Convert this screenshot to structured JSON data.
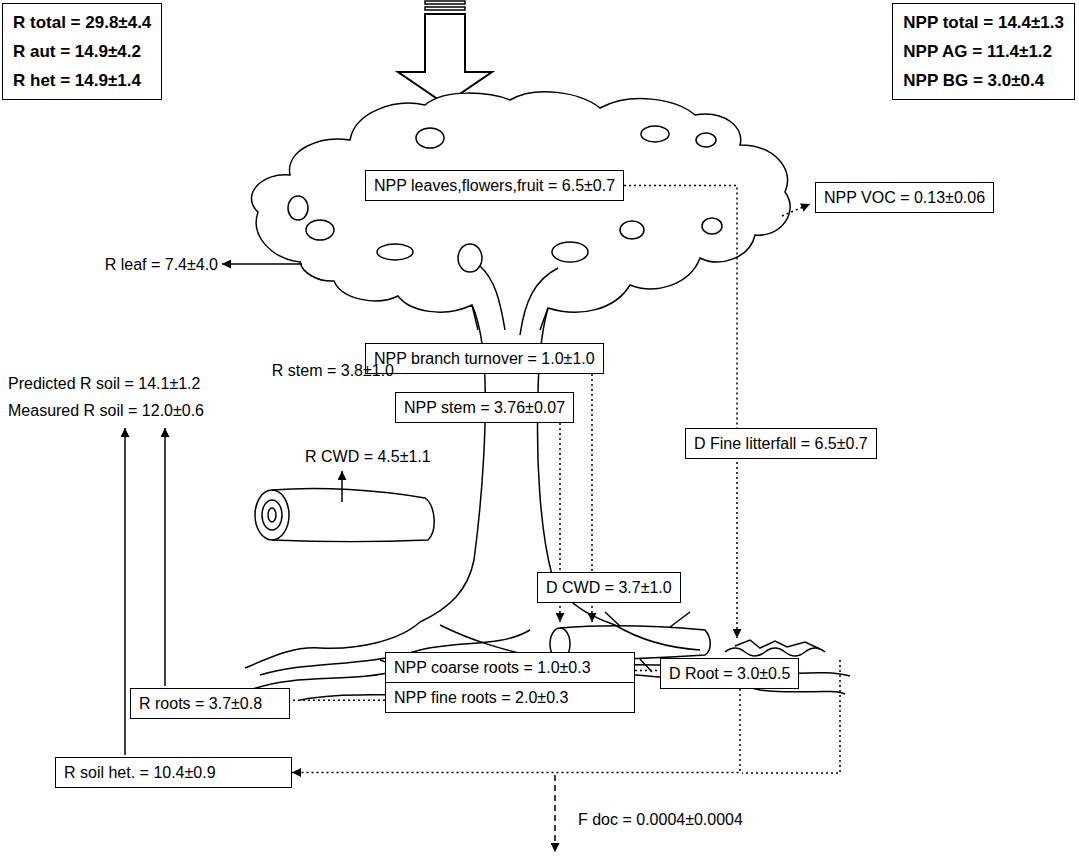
{
  "diagram": {
    "nodes": [
      {
        "text": [
          "R total = 29.8±4.4",
          "R aut = 14.9±4.2",
          "R het = 14.9±1.4"
        ]
      },
      {
        "text": [
          "NPP total = 14.4±1.3",
          "NPP AG = 11.4±1.2",
          "NPP BG = 3.0±0.4"
        ]
      },
      {
        "text": [
          "NPP leaves,flowers,fruit = 6.5±0.7"
        ]
      },
      {
        "text": [
          "NPP VOC = 0.13±0.06"
        ]
      },
      {
        "text": [
          "NPP branch turnover = 1.0±1.0"
        ]
      },
      {
        "text": [
          "D Fine litterfall = 6.5±0.7"
        ]
      },
      {
        "text": [
          "NPP stem = 3.76±0.07"
        ]
      },
      {
        "text": [
          "D CWD = 3.7±1.0"
        ]
      },
      {
        "text": [
          "R roots = 3.7±0.8"
        ]
      },
      {
        "text": [
          "NPP coarse roots = 1.0±0.3"
        ]
      },
      {
        "text": [
          "NPP fine roots = 2.0±0.3"
        ]
      },
      {
        "text": [
          "D Root = 3.0±0.5"
        ]
      },
      {
        "text": [
          "R soil het. = 10.4±0.9"
        ]
      }
    ],
    "edges": [
      {
        "from": 2,
        "to": 5,
        "arrow": "none"
      },
      {
        "from": 4,
        "to": 7,
        "arrow": "none"
      },
      {
        "from": 6,
        "to": 7,
        "arrow": "none"
      },
      {
        "from": 9,
        "to": 11,
        "arrow": "none"
      },
      {
        "from": 10,
        "to": 8,
        "arrow": "none"
      },
      {
        "from": 11,
        "to": 12,
        "arrow": "to"
      }
    ],
    "labels": [
      "R leaf = 7.4±4.0",
      "R stem = 3.8±1.0",
      "Predicted R soil = 14.1±1.2",
      "Measured R soil = 12.0±0.6",
      "R CWD = 4.5±1.1",
      "F doc = 0.0004±0.0004"
    ]
  }
}
